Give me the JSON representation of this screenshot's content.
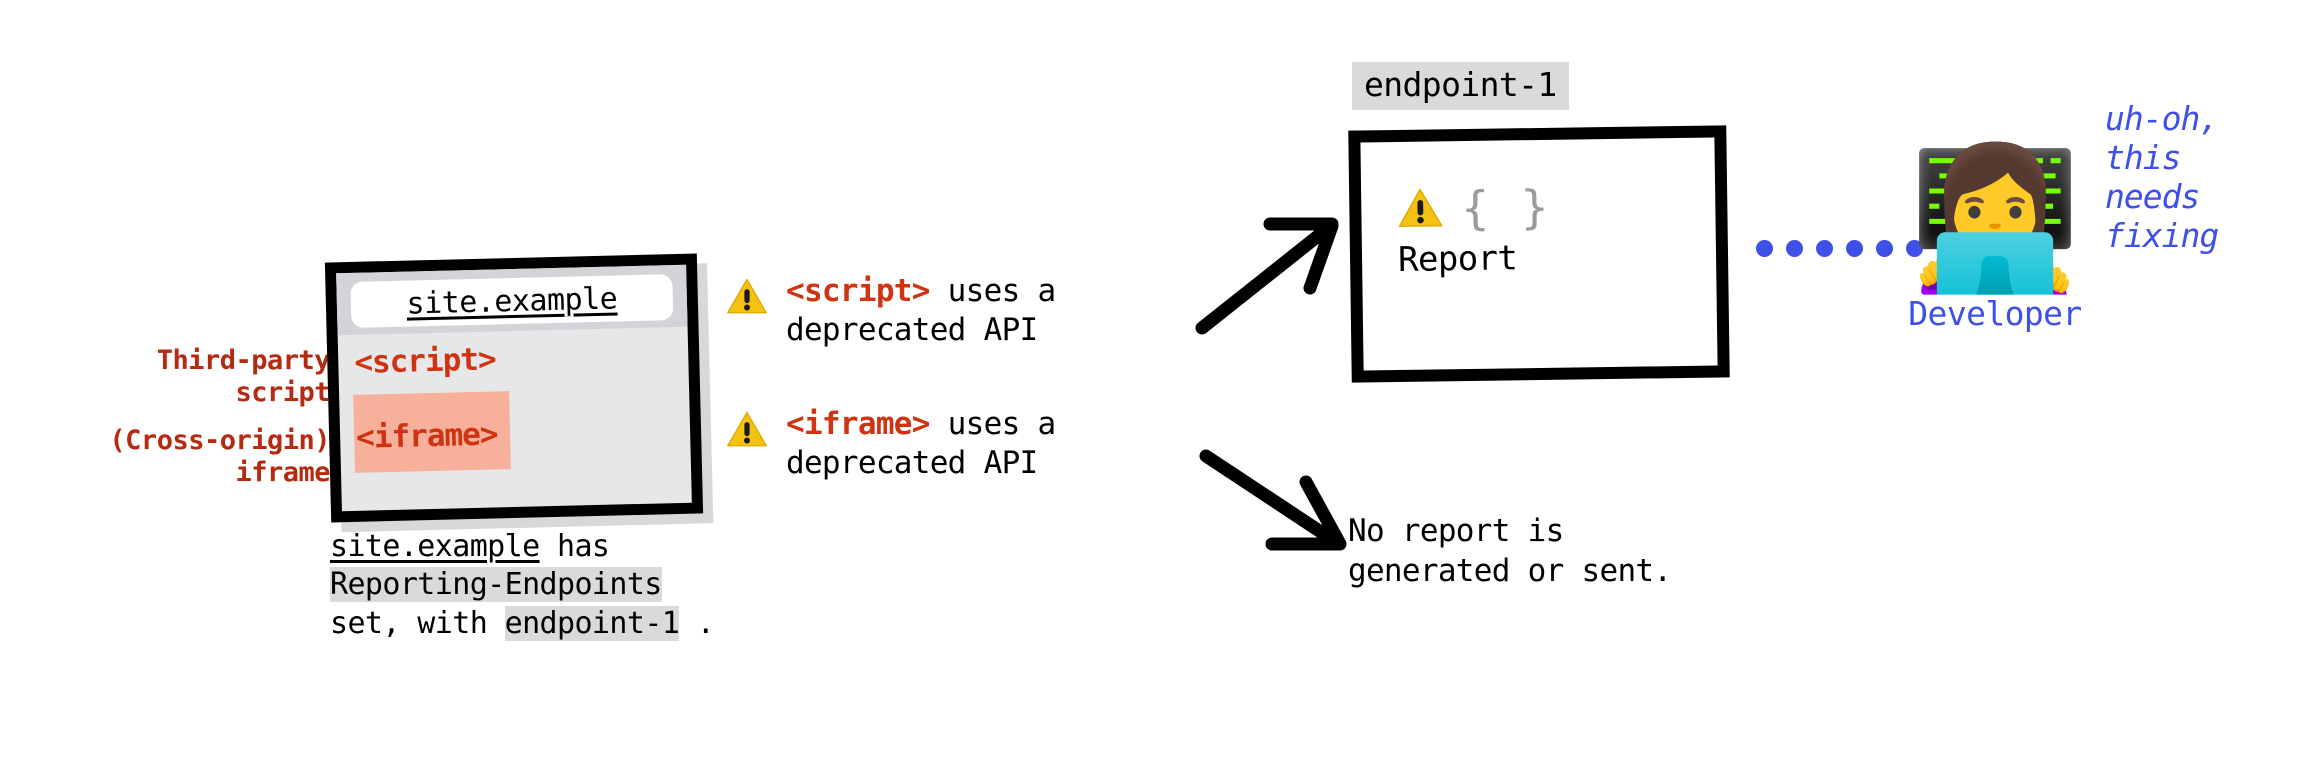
{
  "diagram": {
    "title": "Reporting API third-party script and cross-origin iframe reporting flow"
  },
  "side_labels": {
    "third_party_script": "Third-party\nscript",
    "cross_origin_iframe": "(Cross-origin)\niframe"
  },
  "browser": {
    "url": "site.example",
    "script_tag": "<script>",
    "iframe_tag": "<iframe>"
  },
  "caption": {
    "site": "site.example",
    "has": " has",
    "header": "Reporting-Endpoints",
    "set_with": "set, with ",
    "endpoint": "endpoint-1",
    "period": " ."
  },
  "warnings": [
    {
      "icon": "warning-triangle-icon",
      "tag": "<script>",
      "rest": " uses a\ndeprecated API"
    },
    {
      "icon": "warning-triangle-icon",
      "tag": "<iframe>",
      "rest": " uses a\ndeprecated API"
    }
  ],
  "report": {
    "endpoint_badge": "endpoint-1",
    "brace": "{ }",
    "label": "Report"
  },
  "no_report": "No report is\ngenerated or sent.",
  "developer": {
    "emoji": "👩‍💻",
    "label": "Developer",
    "quote": "uh-oh,\nthis\nneeds\nfixing"
  },
  "connector": {
    "dot_count": 6
  },
  "colors": {
    "red_label": "#b52a10",
    "code_red": "#cf3311",
    "blue": "#3f50e8",
    "highlight_gray": "#dadada",
    "iframe_highlight": "#f7b09a",
    "warning_yellow": "#f5c211",
    "brace_gray": "#9b9b9b"
  }
}
